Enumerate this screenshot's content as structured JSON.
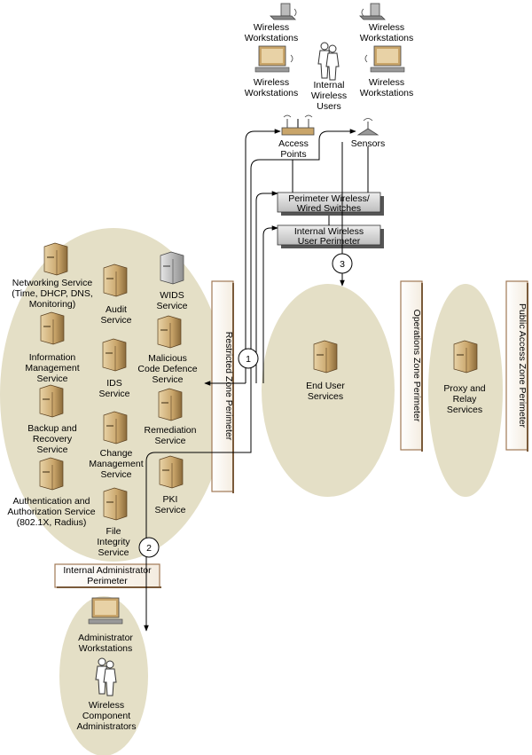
{
  "colors": {
    "zone_fill": "#e4dfc6",
    "server_body": "#c9a56a",
    "server_dark": "#8a6a3a",
    "wids_body": "#b8b8b8",
    "line": "#000000",
    "perimeter_bar": "#a07855",
    "switch_fill": "#d4d4d4"
  },
  "wireless_ws_tl": [
    "Wireless",
    "Workstations"
  ],
  "wireless_ws_tr": [
    "Wireless",
    "Workstations"
  ],
  "wireless_ws_ml": [
    "Wireless",
    "Workstations"
  ],
  "wireless_ws_mr": [
    "Wireless",
    "Workstations"
  ],
  "internal_users": [
    "Internal",
    "Wireless",
    "Users"
  ],
  "access_points": [
    "Access",
    "Points"
  ],
  "sensors": "Sensors",
  "perimeter_switches": [
    "Perimeter Wireless/",
    "Wired Switches"
  ],
  "internal_user_perimeter": [
    "Internal Wireless",
    "User Perimeter"
  ],
  "services": {
    "networking": [
      "Networking Service",
      "(Time, DHCP, DNS,",
      "Monitoring)"
    ],
    "audit": [
      "Audit",
      "Service"
    ],
    "wids": [
      "WIDS",
      "Service"
    ],
    "info_mgmt": [
      "Information",
      "Management",
      "Service"
    ],
    "ids": [
      "IDS",
      "Service"
    ],
    "malicious": [
      "Malicious",
      "Code Defence",
      "Service"
    ],
    "backup": [
      "Backup and",
      "Recovery",
      "Service"
    ],
    "change": [
      "Change",
      "Management",
      "Service"
    ],
    "remediation": [
      "Remediation",
      "Service"
    ],
    "authn": [
      "Authentication and",
      "Authorization Service",
      "(802.1X, Radius)"
    ],
    "pki": [
      "PKI",
      "Service"
    ],
    "file_integrity": [
      "File",
      "Integrity",
      "Service"
    ]
  },
  "restricted_zone": "Restricted Zone Perimeter",
  "operations_zone": "Operations Zone Perimeter",
  "public_zone": "Public Access Zone Perimeter",
  "end_user_services": [
    "End User",
    "Services"
  ],
  "proxy_relay": [
    "Proxy and",
    "Relay",
    "Services"
  ],
  "internal_admin_perimeter": [
    "Internal Administrator",
    "Perimeter"
  ],
  "admin_workstations": [
    "Administrator",
    "Workstations"
  ],
  "component_admins": [
    "Wireless",
    "Component",
    "Administrators"
  ],
  "markers": [
    "1",
    "2",
    "3"
  ]
}
